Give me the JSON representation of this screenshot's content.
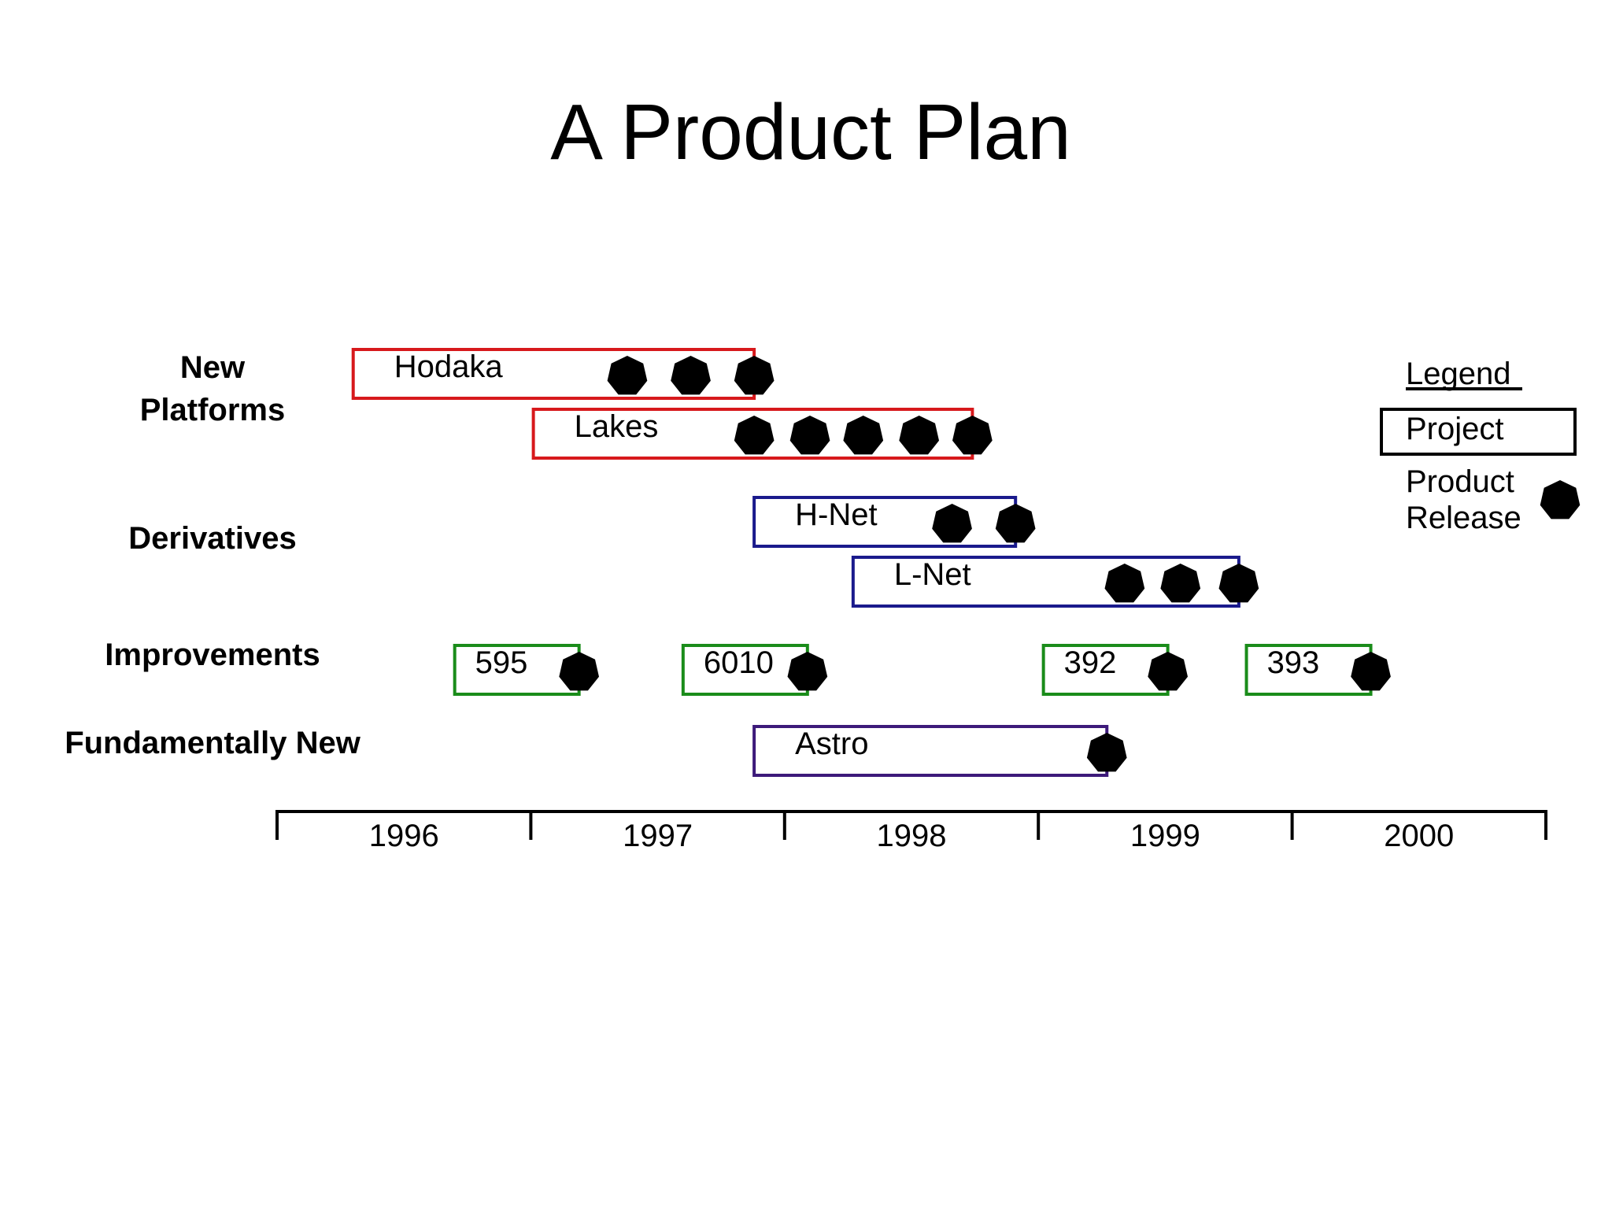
{
  "title": "A Product Plan",
  "categories": [
    {
      "id": "new-platforms",
      "lines": [
        "New",
        "Platforms"
      ]
    },
    {
      "id": "derivatives",
      "lines": [
        "Derivatives"
      ]
    },
    {
      "id": "improvements",
      "lines": [
        "Improvements"
      ]
    },
    {
      "id": "fundamentally-new",
      "lines": [
        "Fundamentally New"
      ]
    }
  ],
  "timeline": {
    "years": [
      "1996",
      "1997",
      "1998",
      "1999",
      "2000"
    ]
  },
  "projects": [
    {
      "id": "hodaka",
      "label": "Hodaka",
      "category": "new-platforms",
      "start": 1996.3,
      "end": 1997.88,
      "releases": [
        1997.38,
        1997.63,
        1997.88
      ],
      "color": "#d7191c"
    },
    {
      "id": "lakes",
      "label": "Lakes",
      "category": "new-platforms",
      "start": 1997.01,
      "end": 1998.74,
      "releases": [
        1997.88,
        1998.1,
        1998.31,
        1998.53,
        1998.74
      ],
      "color": "#d7191c"
    },
    {
      "id": "h-net",
      "label": "H-Net",
      "category": "derivatives",
      "start": 1997.88,
      "end": 1998.91,
      "releases": [
        1998.66,
        1998.91
      ],
      "color": "#1a1a8c"
    },
    {
      "id": "l-net",
      "label": "L-Net",
      "category": "derivatives",
      "start": 1998.27,
      "end": 1999.79,
      "releases": [
        1999.34,
        1999.56,
        1999.79
      ],
      "color": "#1a1a8c"
    },
    {
      "id": "595",
      "label": "595",
      "category": "improvements",
      "start": 1996.7,
      "end": 1997.19,
      "releases": [
        1997.19
      ],
      "color": "#1a8c1a"
    },
    {
      "id": "6010",
      "label": "6010",
      "category": "improvements",
      "start": 1997.6,
      "end": 1998.09,
      "releases": [
        1998.09
      ],
      "color": "#1a8c1a"
    },
    {
      "id": "392",
      "label": "392",
      "category": "improvements",
      "start": 1999.02,
      "end": 1999.51,
      "releases": [
        1999.51
      ],
      "color": "#1a8c1a"
    },
    {
      "id": "393",
      "label": "393",
      "category": "improvements",
      "start": 1999.82,
      "end": 2000.31,
      "releases": [
        2000.31
      ],
      "color": "#1a8c1a"
    },
    {
      "id": "astro",
      "label": "Astro",
      "category": "fundamentally-new",
      "start": 1997.88,
      "end": 1999.27,
      "releases": [
        1999.27
      ],
      "color": "#3d1a7a"
    }
  ],
  "legend": {
    "title": "Legend",
    "project_label": "Project",
    "release_lines": [
      "Product",
      "Release"
    ]
  }
}
